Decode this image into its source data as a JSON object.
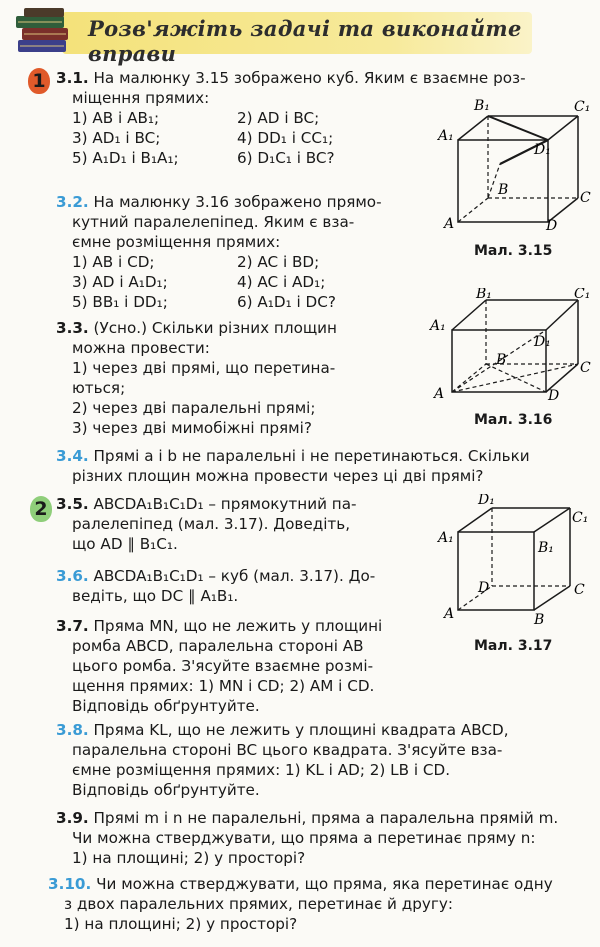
{
  "header": {
    "title": "Розв'яжіть задачі та виконайте вправи"
  },
  "levels": {
    "first": "1",
    "second": "2"
  },
  "tasks": {
    "t31": {
      "number": "3.1.",
      "line1": "На малюнку 3.15 зображено куб. Яким є взаємне роз-",
      "line2": "міщення прямих:",
      "options": [
        "1) AB і AB₁;",
        "2) AD і BC;",
        "3) AD₁ і BC;",
        "4) DD₁ і CC₁;",
        "5) A₁D₁ і B₁A₁;",
        "6) D₁C₁ і BC?"
      ]
    },
    "t32": {
      "number": "3.2.",
      "line1": "На малюнку 3.16 зображено прямо-",
      "line2": "кутний паралелепіпед. Яким є вза-",
      "line3": "ємне розміщення прямих:",
      "options": [
        "1) AB і CD;",
        "2) AC і BD;",
        "3) AD і A₁D₁;",
        "4) AC і AD₁;",
        "5) BB₁ і DD₁;",
        "6) A₁D₁ і DC?"
      ]
    },
    "t33": {
      "number": "3.3.",
      "line1": "(Усно.) Скільки різних площин",
      "line2": "можна провести:",
      "item1a": "1) через дві прямі, що перетина-",
      "item1b": "ються;",
      "item2": "2) через дві паралельні прямі;",
      "item3": "3) через дві мимобіжні прямі?"
    },
    "t34": {
      "number": "3.4.",
      "line1": "Прямі a і b не паралельні і не перетинаються. Скільки",
      "line2": "різних площин можна провести через ці дві прямі?"
    },
    "t35": {
      "number": "3.5.",
      "line1": "ABCDA₁B₁C₁D₁ – прямокутний па-",
      "line2": "ралелепіпед (мал. 3.17). Доведіть,",
      "line3": "що AD ∥ B₁C₁."
    },
    "t36": {
      "number": "3.6.",
      "line1": "ABCDA₁B₁C₁D₁ – куб (мал. 3.17). До-",
      "line2": "ведіть, що DC ∥ A₁B₁."
    },
    "t37": {
      "number": "3.7.",
      "line1": "Пряма MN, що не лежить у площині",
      "line2": "ромба ABCD, паралельна стороні AB",
      "line3": "цього ромба. З'ясуйте взаємне розмі-",
      "line4": "щення прямих: 1) MN і CD;  2) AM і CD.",
      "line5": "Відповідь обґрунтуйте."
    },
    "t38": {
      "number": "3.8.",
      "line1": "Пряма KL, що не лежить у площині квадрата ABCD,",
      "line2": "паралельна стороні BC цього квадрата. З'ясуйте вза-",
      "line3": "ємне розміщення прямих: 1) KL і AD;  2) LB і CD.",
      "line4": "Відповідь обґрунтуйте."
    },
    "t39": {
      "number": "3.9.",
      "line1": "Прямі m і n не паралельні, пряма a паралельна прямій m.",
      "line2": "Чи можна стверджувати, що пряма a перетинає пряму n:",
      "line3": "1) на площині;     2) у просторі?"
    },
    "t310": {
      "number": "3.10.",
      "line1": "Чи можна стверджувати, що пряма, яка перетинає одну",
      "line2": "з двох паралельних прямих, перетинає й другу:",
      "line3": "1) на площині;   2) у просторі?"
    }
  },
  "figures": {
    "f315": {
      "caption": "Мал. 3.15",
      "labels": {
        "A1": "A₁",
        "B1": "B₁",
        "C1": "C₁",
        "D1": "D₁",
        "A": "A",
        "B": "B",
        "C": "C",
        "D": "D"
      }
    },
    "f316": {
      "caption": "Мал. 3.16",
      "labels": {
        "A1": "A₁",
        "B1": "B₁",
        "C1": "C₁",
        "D1": "D₁",
        "A": "A",
        "B": "B",
        "C": "C",
        "D": "D"
      }
    },
    "f317": {
      "caption": "Мал. 3.17",
      "labels": {
        "A1": "A₁",
        "B1": "B₁",
        "C1": "C₁",
        "D1": "D₁",
        "A": "A",
        "B": "B",
        "C": "C",
        "D": "D"
      }
    }
  },
  "colors": {
    "banner": "#f4e27a",
    "task_number_blue": "#3a9bd5",
    "level1": "#e05a2a",
    "level2": "#8fce7a"
  }
}
